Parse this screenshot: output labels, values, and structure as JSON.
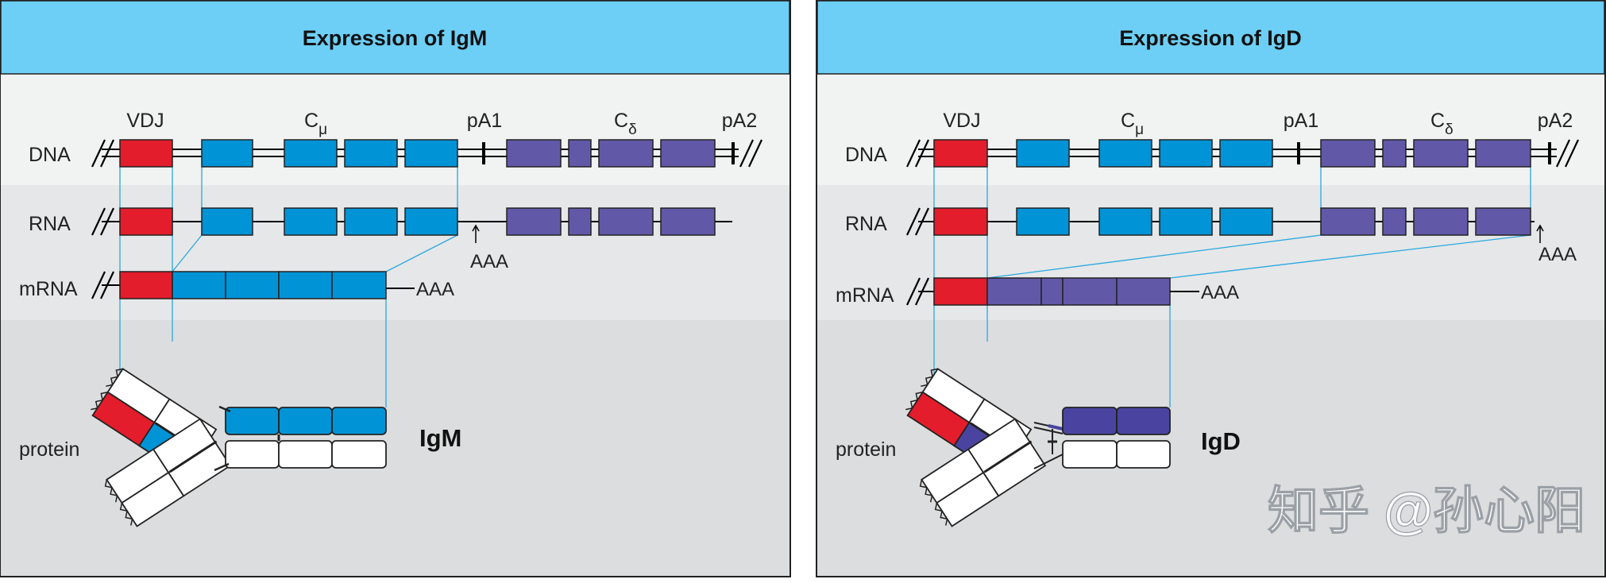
{
  "colors": {
    "header": "#6dcff6",
    "vdj": "#e31d2b",
    "c_mu": "#0094d6",
    "c_delta": "#6159a8",
    "c_delta_protein": "#4a44a0",
    "guide_line": "#29a9e0",
    "band_top": "#f1f2f2",
    "band_mid": "#e6e7e8",
    "band_bottom": "#dcddde"
  },
  "row_labels": {
    "dna": "DNA",
    "rna": "RNA",
    "mrna": "mRNA",
    "protein": "protein"
  },
  "gene_labels": {
    "vdj": "VDJ",
    "c_mu_base": "C",
    "c_mu_sub": "μ",
    "pa1": "pA1",
    "c_delta_base": "C",
    "c_delta_sub": "δ",
    "pa2": "pA2"
  },
  "polya": "AAA",
  "panels": [
    {
      "title": "Expression of IgM",
      "protein_name": "IgM"
    },
    {
      "title": "Expression of IgD",
      "protein_name": "IgD"
    }
  ],
  "watermark": "知乎 @孙心阳"
}
